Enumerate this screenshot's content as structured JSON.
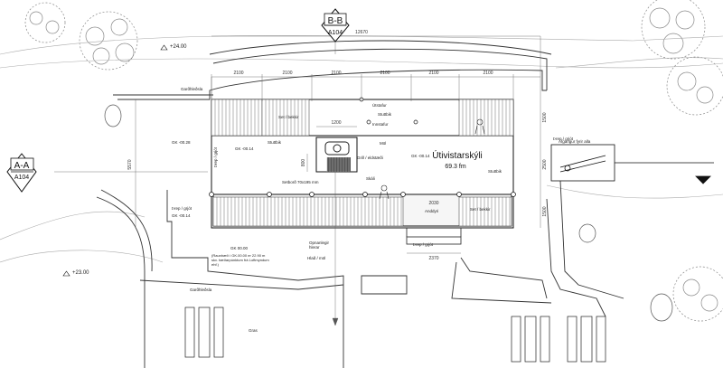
{
  "section_markers": {
    "bb": {
      "letter": "B-B",
      "sheet": "A104"
    },
    "aa": {
      "letter": "A-A",
      "sheet": "A104"
    }
  },
  "elevations": {
    "top": "+24.00",
    "bottom": "+23.00"
  },
  "dimensions": {
    "overall": "12670",
    "bays": [
      "2100",
      "2100",
      "2100",
      "2100",
      "2100",
      "2100"
    ],
    "right_upper": "1500",
    "right_mid": "2500",
    "right_lower": "1500",
    "left_height": "5570",
    "table_w": "1200",
    "table_h": "800",
    "bottom": "2370",
    "bench_dim": "2030"
  },
  "room": {
    "name": "Útivistarskýli",
    "area": "69.3 fm"
  },
  "labels": {
    "gardhledsla_top": "Garðhleðsla",
    "gardhledsla_bottom": "Garðhleðsla",
    "set_bekkir_left": "Set / bekkir",
    "set_bekkir_right": "Set / bekkir",
    "utstafur": "Útstafur",
    "stuttbik_top": "Stuttbik",
    "innstafur": "Innstafur",
    "stuttbik_left": "Stuttbik",
    "stuttbik_right": "Stuttbik",
    "gk_left1": "GK -00.28",
    "gk_left2": "GK -00.14",
    "gk_right": "GK -00.14",
    "gk_bottom": "GK -00.14",
    "grjot_left": "Þrep / grjót",
    "grjot_left2": "Þrep / grjót",
    "grjot_right": "Þrep / grjót",
    "grjot_bottom": "Þrep / grjót",
    "mol": "Möl",
    "grill": "Grill / eldstæði",
    "skali": "Skáli",
    "setbord": "Setborð 70x195 mm",
    "anddyri": "Anddyri",
    "opnanlegir": "Opnanlegir\nhlerar",
    "hlad": "Hlað / möl",
    "gk_main": "GK 00.00",
    "note": "(Raunhæð í GK.00.00 er 22.90 m\nskv. hæðarpúnktum frá Loftmyndum\nehf.)",
    "afgangur": "Afgangur fyrir alla",
    "gras": "Gras"
  }
}
